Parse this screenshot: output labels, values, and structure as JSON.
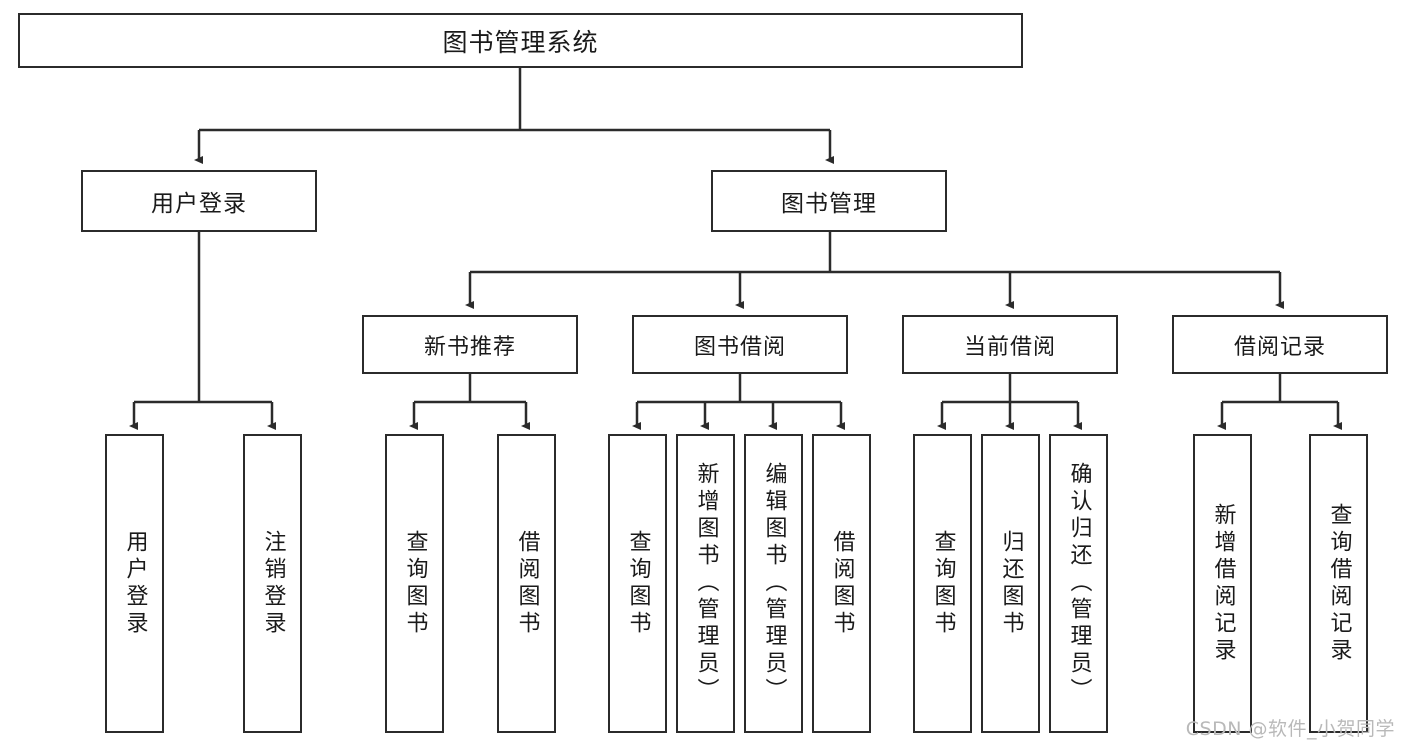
{
  "diagram": {
    "type": "hierarchy-tree",
    "title": "图书管理系统",
    "root": {
      "id": "root",
      "label": "图书管理系统",
      "orientation": "horizontal"
    },
    "level2": [
      {
        "id": "user-login",
        "label": "用户登录",
        "orientation": "horizontal"
      },
      {
        "id": "book-management",
        "label": "图书管理",
        "orientation": "horizontal"
      }
    ],
    "level3": [
      {
        "id": "new-book-recommend",
        "label": "新书推荐",
        "orientation": "horizontal",
        "parent": "book-management"
      },
      {
        "id": "book-borrow",
        "label": "图书借阅",
        "orientation": "horizontal",
        "parent": "book-management"
      },
      {
        "id": "current-borrow",
        "label": "当前借阅",
        "orientation": "horizontal",
        "parent": "book-management"
      },
      {
        "id": "borrow-record",
        "label": "借阅记录",
        "orientation": "horizontal",
        "parent": "book-management"
      }
    ],
    "leaves": [
      {
        "id": "leaf-user-login",
        "label": "用户登录",
        "orientation": "vertical",
        "parent": "user-login"
      },
      {
        "id": "leaf-logout-login",
        "label": "注销登录",
        "orientation": "vertical",
        "parent": "user-login"
      },
      {
        "id": "leaf-query-book-1",
        "label": "查询图书",
        "orientation": "vertical",
        "parent": "new-book-recommend"
      },
      {
        "id": "leaf-borrow-book-1",
        "label": "借阅图书",
        "orientation": "vertical",
        "parent": "new-book-recommend"
      },
      {
        "id": "leaf-query-book-2",
        "label": "查询图书",
        "orientation": "vertical",
        "parent": "book-borrow"
      },
      {
        "id": "leaf-add-book",
        "label": "新增图书（管理员）",
        "orientation": "vertical",
        "parent": "book-borrow"
      },
      {
        "id": "leaf-edit-book",
        "label": "编辑图书（管理员）",
        "orientation": "vertical",
        "parent": "book-borrow"
      },
      {
        "id": "leaf-borrow-book-2",
        "label": "借阅图书",
        "orientation": "vertical",
        "parent": "book-borrow"
      },
      {
        "id": "leaf-query-book-3",
        "label": "查询图书",
        "orientation": "vertical",
        "parent": "current-borrow"
      },
      {
        "id": "leaf-return-book",
        "label": "归还图书",
        "orientation": "vertical",
        "parent": "current-borrow"
      },
      {
        "id": "leaf-confirm-return",
        "label": "确认归还（管理员）",
        "orientation": "vertical",
        "parent": "current-borrow"
      },
      {
        "id": "leaf-add-record",
        "label": "新增借阅记录",
        "orientation": "vertical",
        "parent": "borrow-record"
      },
      {
        "id": "leaf-query-record",
        "label": "查询借阅记录",
        "orientation": "vertical",
        "parent": "borrow-record"
      }
    ],
    "colors": {
      "stroke": "#2b2b2b",
      "fill": "#ffffff",
      "text": "#1a1a1a",
      "watermark": "#b9b9b9"
    }
  },
  "watermark": {
    "text": "CSDN @软件_小贺同学"
  }
}
